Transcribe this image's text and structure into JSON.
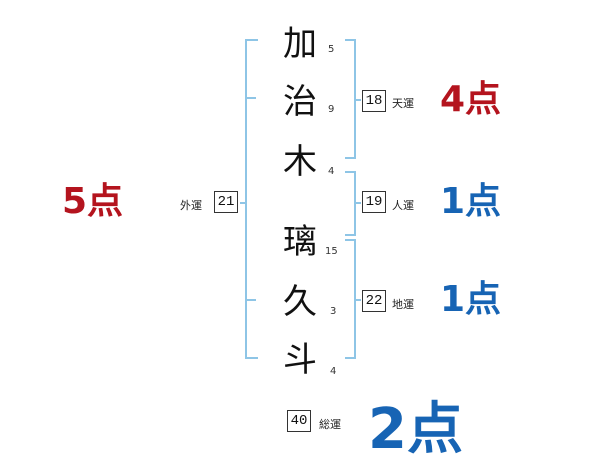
{
  "characters": [
    {
      "char": "加",
      "strokes": "5"
    },
    {
      "char": "治",
      "strokes": "9"
    },
    {
      "char": "木",
      "strokes": "4"
    },
    {
      "char": "璃",
      "strokes": "15"
    },
    {
      "char": "久",
      "strokes": "3"
    },
    {
      "char": "斗",
      "strokes": "4"
    }
  ],
  "fortunes": {
    "tenkaku": {
      "label": "天運",
      "value": "18",
      "score": "4点",
      "color": "#b4141e"
    },
    "jinkaku": {
      "label": "人運",
      "value": "19",
      "score": "1点",
      "color": "#1764b4"
    },
    "chikaku": {
      "label": "地運",
      "value": "22",
      "score": "1点",
      "color": "#1764b4"
    },
    "gaikaku": {
      "label": "外運",
      "value": "21",
      "score": "5点",
      "color": "#b4141e"
    },
    "soukaku": {
      "label": "総運",
      "value": "40",
      "score": "2点",
      "color": "#1764b4"
    }
  },
  "bracket_color": "#8ec5e6"
}
